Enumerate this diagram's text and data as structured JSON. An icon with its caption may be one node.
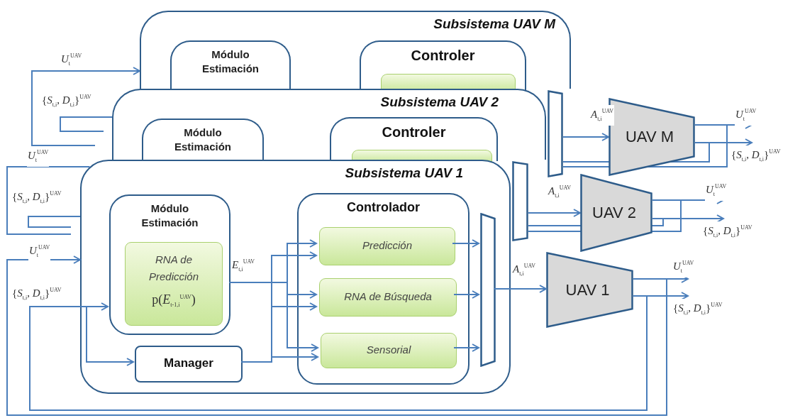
{
  "diagram": {
    "nodes": [
      {
        "text": [
          "Subsistema UAV M"
        ]
      },
      {
        "text": [
          "Módulo Estimación"
        ],
        "in": 0
      },
      {
        "text": [
          "Controler"
        ],
        "in": 0
      },
      {
        "text": [],
        "shape": "box",
        "in": 2
      },
      {
        "text": [],
        "shape": "trapezoid"
      },
      {
        "text": [
          "Subsistema UAV 2"
        ]
      },
      {
        "text": [
          "Módulo Estimación"
        ],
        "in": 5
      },
      {
        "text": [
          "Controler"
        ],
        "in": 5
      },
      {
        "text": [],
        "shape": "box",
        "in": 7
      },
      {
        "text": [],
        "shape": "trapezoid"
      },
      {
        "text": [
          "Subsistema UAV 1"
        ]
      },
      {
        "text": [
          "Módulo Estimación"
        ],
        "in": 10
      },
      {
        "text": [
          "RNA de Predicción",
          "p(*E*$_{t-1,i}$$^{UAV}$)"
        ],
        "in": 11
      },
      {
        "text": [
          "Controlador"
        ],
        "in": 10
      },
      {
        "text": [
          "Predicción"
        ],
        "in": 13
      },
      {
        "text": [
          "RNA de Búsqueda"
        ],
        "in": 13
      },
      {
        "text": [
          "Sensorial"
        ],
        "in": 13
      },
      {
        "text": [
          "Manager"
        ],
        "in": 10
      },
      {
        "text": [],
        "shape": "trapezoid",
        "in": 10
      },
      {
        "text": [
          "UAV M"
        ]
      },
      {
        "text": [
          "UAV 2"
        ]
      },
      {
        "text": [
          "UAV 1"
        ]
      }
    ],
    "edges": [
      {
        "from": null,
        "to": 0,
        "arrow": "to",
        "label": "*U*$_{t}$$^{UAV}$"
      },
      {
        "from": null,
        "to": 5,
        "arrow": "none",
        "label": "{*S*$_{t,i}$, *D*$_{t,i}$}$^{UAV}$"
      },
      {
        "from": null,
        "to": 10,
        "arrow": "none",
        "label": "*U*$_{t}$$^{UAV}$"
      },
      {
        "from": null,
        "to": 10,
        "arrow": "none",
        "label": "{*S*$_{t,i}$, *D*$_{t,i}$}$^{UAV}$"
      },
      {
        "from": 4,
        "to": 19,
        "arrow": "to",
        "label": "*A*$_{t,i}$$^{UAV}$"
      },
      {
        "from": 9,
        "to": 20,
        "arrow": "to",
        "label": "*A*$_{t,i}$$^{UAV}$"
      },
      {
        "from": 18,
        "to": 21,
        "arrow": "to",
        "label": "*A*$_{t,i}$$^{UAV}$"
      },
      {
        "from": 11,
        "to": 14,
        "arrow": "to",
        "label": "*E*$_{t,i}$$^{UAV}$"
      },
      {
        "from": 11,
        "to": 15,
        "arrow": "to"
      },
      {
        "from": 11,
        "to": 16,
        "arrow": "to"
      },
      {
        "from": 17,
        "to": 14,
        "arrow": "to"
      },
      {
        "from": 17,
        "to": 15,
        "arrow": "to"
      },
      {
        "from": 17,
        "to": 16,
        "arrow": "to"
      },
      {
        "from": 14,
        "to": 18,
        "arrow": "to"
      },
      {
        "from": 15,
        "to": 18,
        "arrow": "to"
      },
      {
        "from": 16,
        "to": 18,
        "arrow": "to"
      },
      {
        "from": 19,
        "to": null,
        "arrow": "to",
        "label": "*U*$_{t}$$^{UAV}$"
      },
      {
        "from": 19,
        "to": null,
        "arrow": "to",
        "label": "{*S*$_{t,i}$, *D*$_{t,i}$}$^{UAV}$"
      },
      {
        "from": 19,
        "to": 4,
        "arrow": "none"
      },
      {
        "from": 19,
        "to": 4,
        "arrow": "none"
      },
      {
        "from": 20,
        "to": null,
        "arrow": "to",
        "label": "*U*$_{t}$$^{UAV}$"
      },
      {
        "from": 20,
        "to": null,
        "arrow": "to",
        "label": "{*S*$_{t,i}$, *D*$_{t,i}$}$^{UAV}$"
      },
      {
        "from": 20,
        "to": 9,
        "arrow": "none"
      },
      {
        "from": 20,
        "to": 9,
        "arrow": "none"
      },
      {
        "from": 21,
        "to": null,
        "arrow": "to",
        "label": "*U*$_{t}$$^{UAV}$"
      },
      {
        "from": 21,
        "to": null,
        "arrow": "to",
        "label": "{*S*$_{t,i}$, *D*$_{t,i}$}$^{UAV}$"
      },
      {
        "from": 21,
        "to": 10,
        "arrow": "to",
        "label": "*U*$_{t}$$^{UAV}$"
      },
      {
        "from": 21,
        "to": 11,
        "arrow": "to",
        "label": "{*S*$_{t,i}$, *D*$_{t,i}$}$^{UAV}$"
      },
      {
        "from": 21,
        "to": 17,
        "arrow": "to"
      }
    ]
  }
}
